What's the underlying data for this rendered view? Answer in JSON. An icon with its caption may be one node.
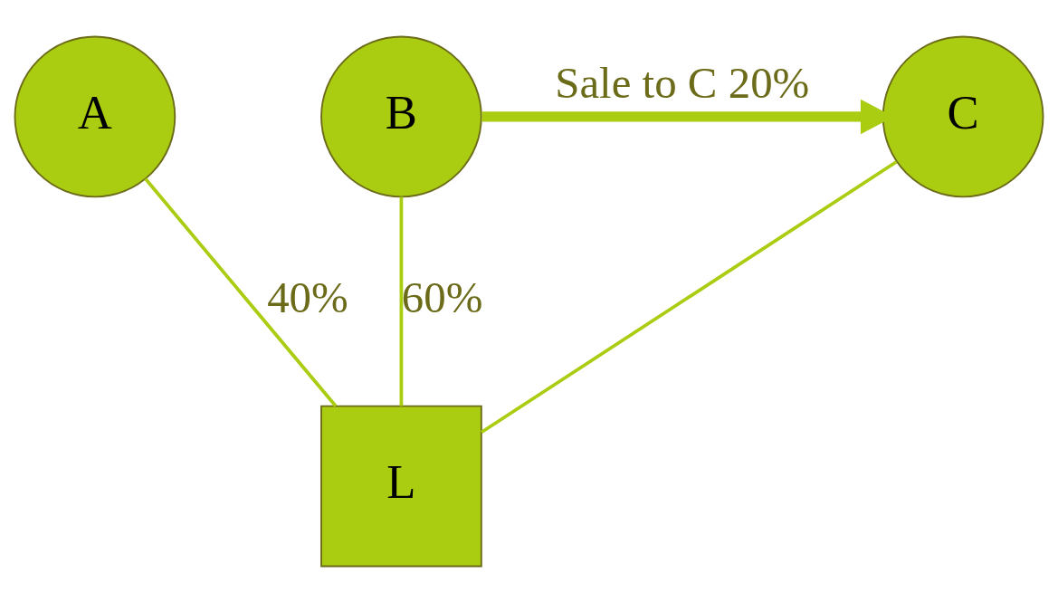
{
  "diagram": {
    "nodes": [
      {
        "text": [
          "A"
        ]
      },
      {
        "text": [
          "B"
        ]
      },
      {
        "text": [
          "C"
        ]
      },
      {
        "text": [
          "L"
        ]
      }
    ],
    "edges": [
      {
        "from": 1,
        "to": 2,
        "arrow": "to",
        "label": "Sale to C 20%",
        "style": "thick"
      },
      {
        "from": 0,
        "to": 3,
        "arrow": "none",
        "label": "40%"
      },
      {
        "from": 1,
        "to": 3,
        "arrow": "none",
        "label": "60%"
      },
      {
        "from": 2,
        "to": 3,
        "arrow": "none"
      }
    ]
  }
}
